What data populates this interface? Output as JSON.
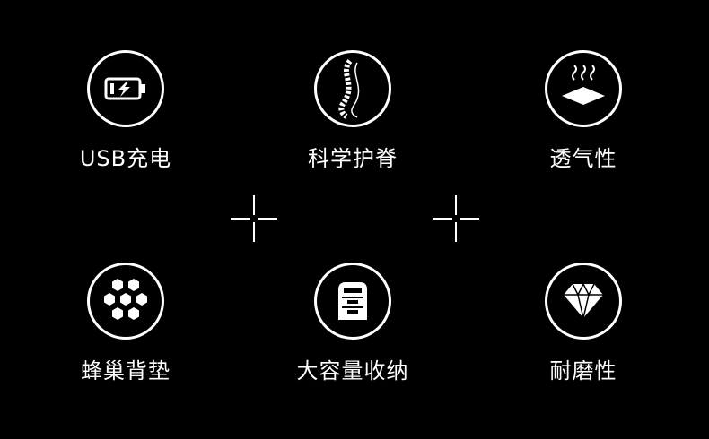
{
  "features": [
    {
      "label": "USB充电",
      "icon": "battery-charging-icon"
    },
    {
      "label": "科学护脊",
      "icon": "spine-icon"
    },
    {
      "label": "透气性",
      "icon": "breathable-heat-icon"
    },
    {
      "label": "蜂巢背垫",
      "icon": "honeycomb-icon"
    },
    {
      "label": "大容量收纳",
      "icon": "drawers-storage-icon"
    },
    {
      "label": "耐磨性",
      "icon": "diamond-icon"
    }
  ],
  "colors": {
    "background": "#000000",
    "foreground": "#ffffff"
  },
  "decorations": [
    "crosshair-icon",
    "crosshair-icon"
  ]
}
